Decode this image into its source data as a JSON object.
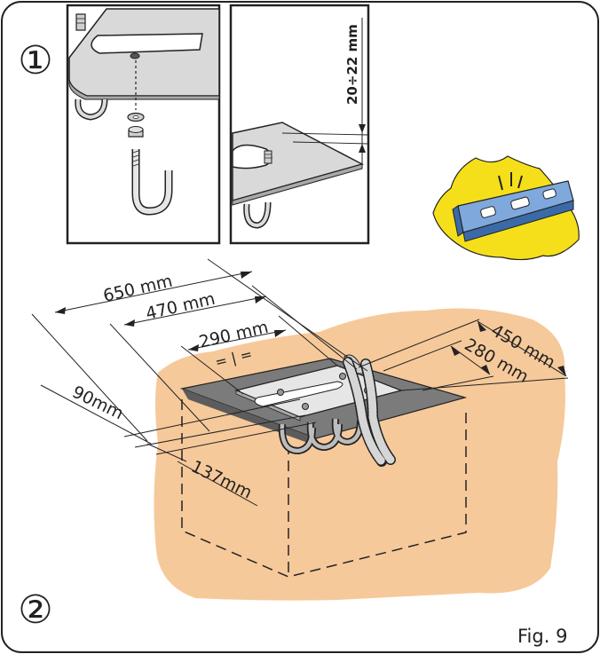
{
  "step_labels": {
    "step1": "①",
    "step2": "②"
  },
  "figure_label": "Fig. 9",
  "detail": {
    "height_dim": "20÷22 mm"
  },
  "dimensions": {
    "d650": "650 mm",
    "d470": "470 mm",
    "d290": "290 mm",
    "d450": "450 mm",
    "d280": "280 mm",
    "d90": "90mm",
    "d137": "137mm",
    "equal_marks": "= | ="
  },
  "colors": {
    "outline": "#222222",
    "concrete": "#f6c99a",
    "plate": "#d9d9d9",
    "recess": "#7b7b7b",
    "level_badge": "#f5df1a",
    "level_body": "#4a7fc0"
  },
  "icons": {
    "level": "spirit-level-icon"
  }
}
